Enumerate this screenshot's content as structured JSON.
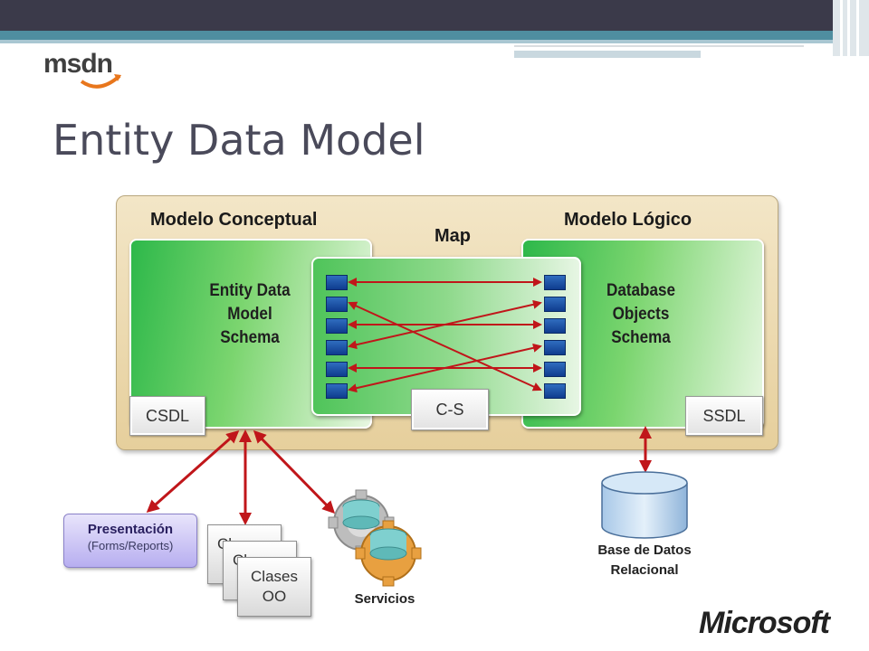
{
  "header": {
    "logo_text": "msdn"
  },
  "title": "Entity Data Model",
  "diagram": {
    "conceptual_header": "Modelo Conceptual",
    "logical_header": "Modelo Lógico",
    "map_header": "Map",
    "conceptual_panel": "Entity Data\nModel\nSchema",
    "logical_panel": "Database\nObjects\nSchema",
    "csdl_label": "CSDL",
    "cs_label": "C-S",
    "ssdl_label": "SSDL"
  },
  "bottom": {
    "presentacion_title": "Presentación",
    "presentacion_sub": "(Forms/Reports)",
    "clases_back_1": "Cl",
    "clases_back_2": "Cl",
    "clases_front": "Clases\nOO",
    "servicios": "Servicios",
    "database": "Base de Datos\nRelacional"
  },
  "footer": {
    "logo_text": "Microsoft"
  },
  "colors": {
    "header_dark": "#3b3a4a",
    "header_teal": "#4f8ea0",
    "arrow_red": "#c0161a",
    "panel_green": "#2db84a",
    "container_tan": "#e6cf9c"
  },
  "icons": [
    "msdn-logo",
    "microsoft-logo",
    "database-cylinder-icon",
    "gears-icon"
  ]
}
